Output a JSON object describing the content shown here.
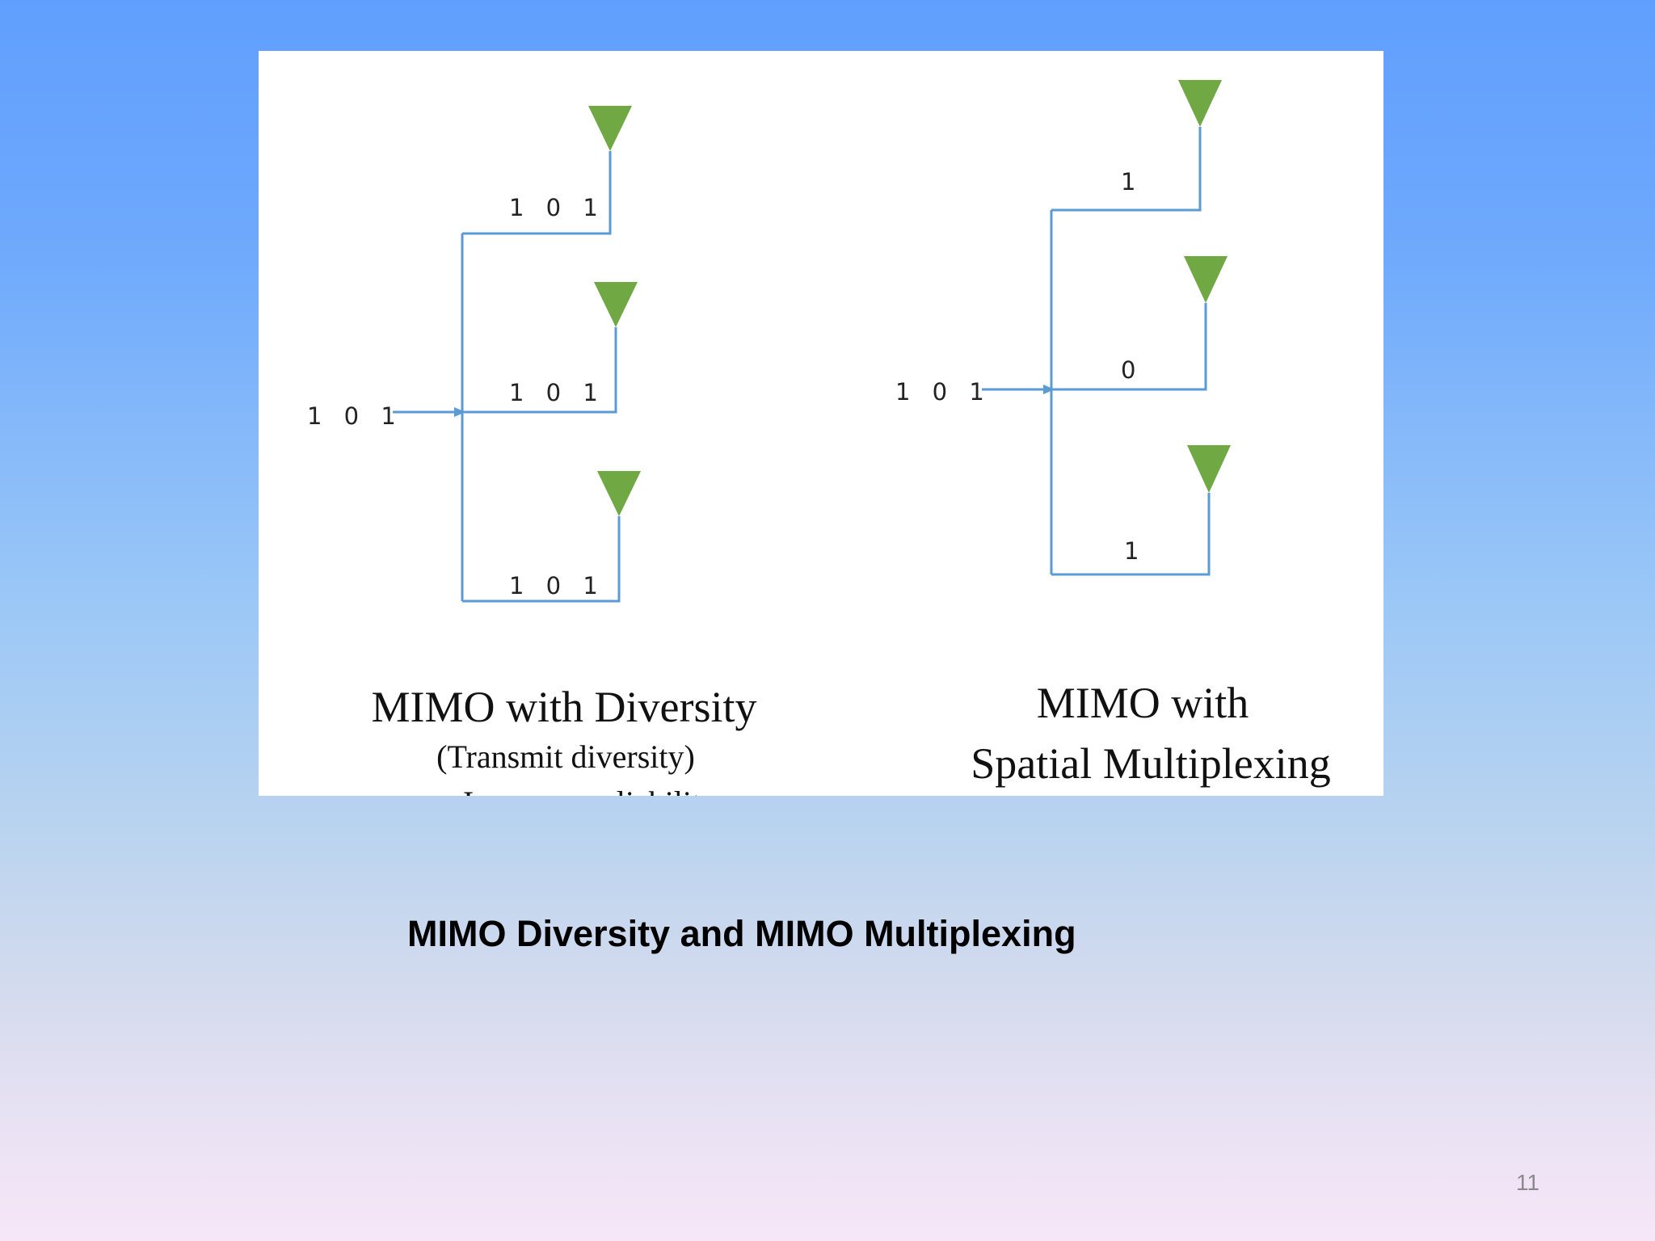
{
  "diversity": {
    "input_bits": "1 0 1",
    "branch_bits": [
      "1 0 1",
      "1 0 1",
      "1 0 1"
    ],
    "title": "MIMO with Diversity",
    "subtitle": "(Transmit diversity)",
    "cut_line": "Increases reliability"
  },
  "multiplexing": {
    "input_bits": "1 0 1",
    "branch_bits": [
      "1",
      "0",
      "1"
    ],
    "title_line1": "MIMO with",
    "title_line2": "Spatial Multiplexing"
  },
  "colors": {
    "antenna": "#70a844",
    "wire": "#5b9bd5"
  },
  "caption": "MIMO Diversity and MIMO Multiplexing",
  "page_number": "11"
}
